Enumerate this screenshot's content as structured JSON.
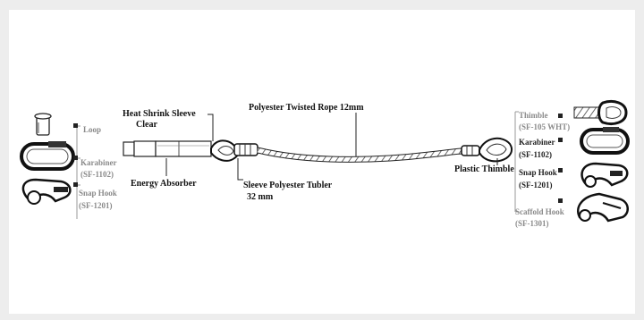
{
  "labels": {
    "heat_shrink_sleeve": "Heat Shrink Sleeve",
    "heat_shrink_clear": "Clear",
    "energy_absorber": "Energy Absorber",
    "rope": "Polyester Twisted Rope 12mm",
    "sleeve_polyester_1": "Sleeve Polyester Tubler",
    "sleeve_polyester_2": "32 mm",
    "plastic_thimble": "Plastic Thimble"
  },
  "left_options": [
    {
      "name": "Loop",
      "code": ""
    },
    {
      "name": "Karabiner",
      "code": "(SF-1102)"
    },
    {
      "name": "Snap Hook",
      "code": "(SF-1201)"
    }
  ],
  "right_options": [
    {
      "name": "Thimble",
      "code": "(SF-105 WHT)"
    },
    {
      "name": "Karabiner",
      "code": "(SF-1102)"
    },
    {
      "name": "Snap Hook",
      "code": "(SF-1201)"
    },
    {
      "name": "Scaffold Hook",
      "code": "(SF-1301)"
    }
  ]
}
